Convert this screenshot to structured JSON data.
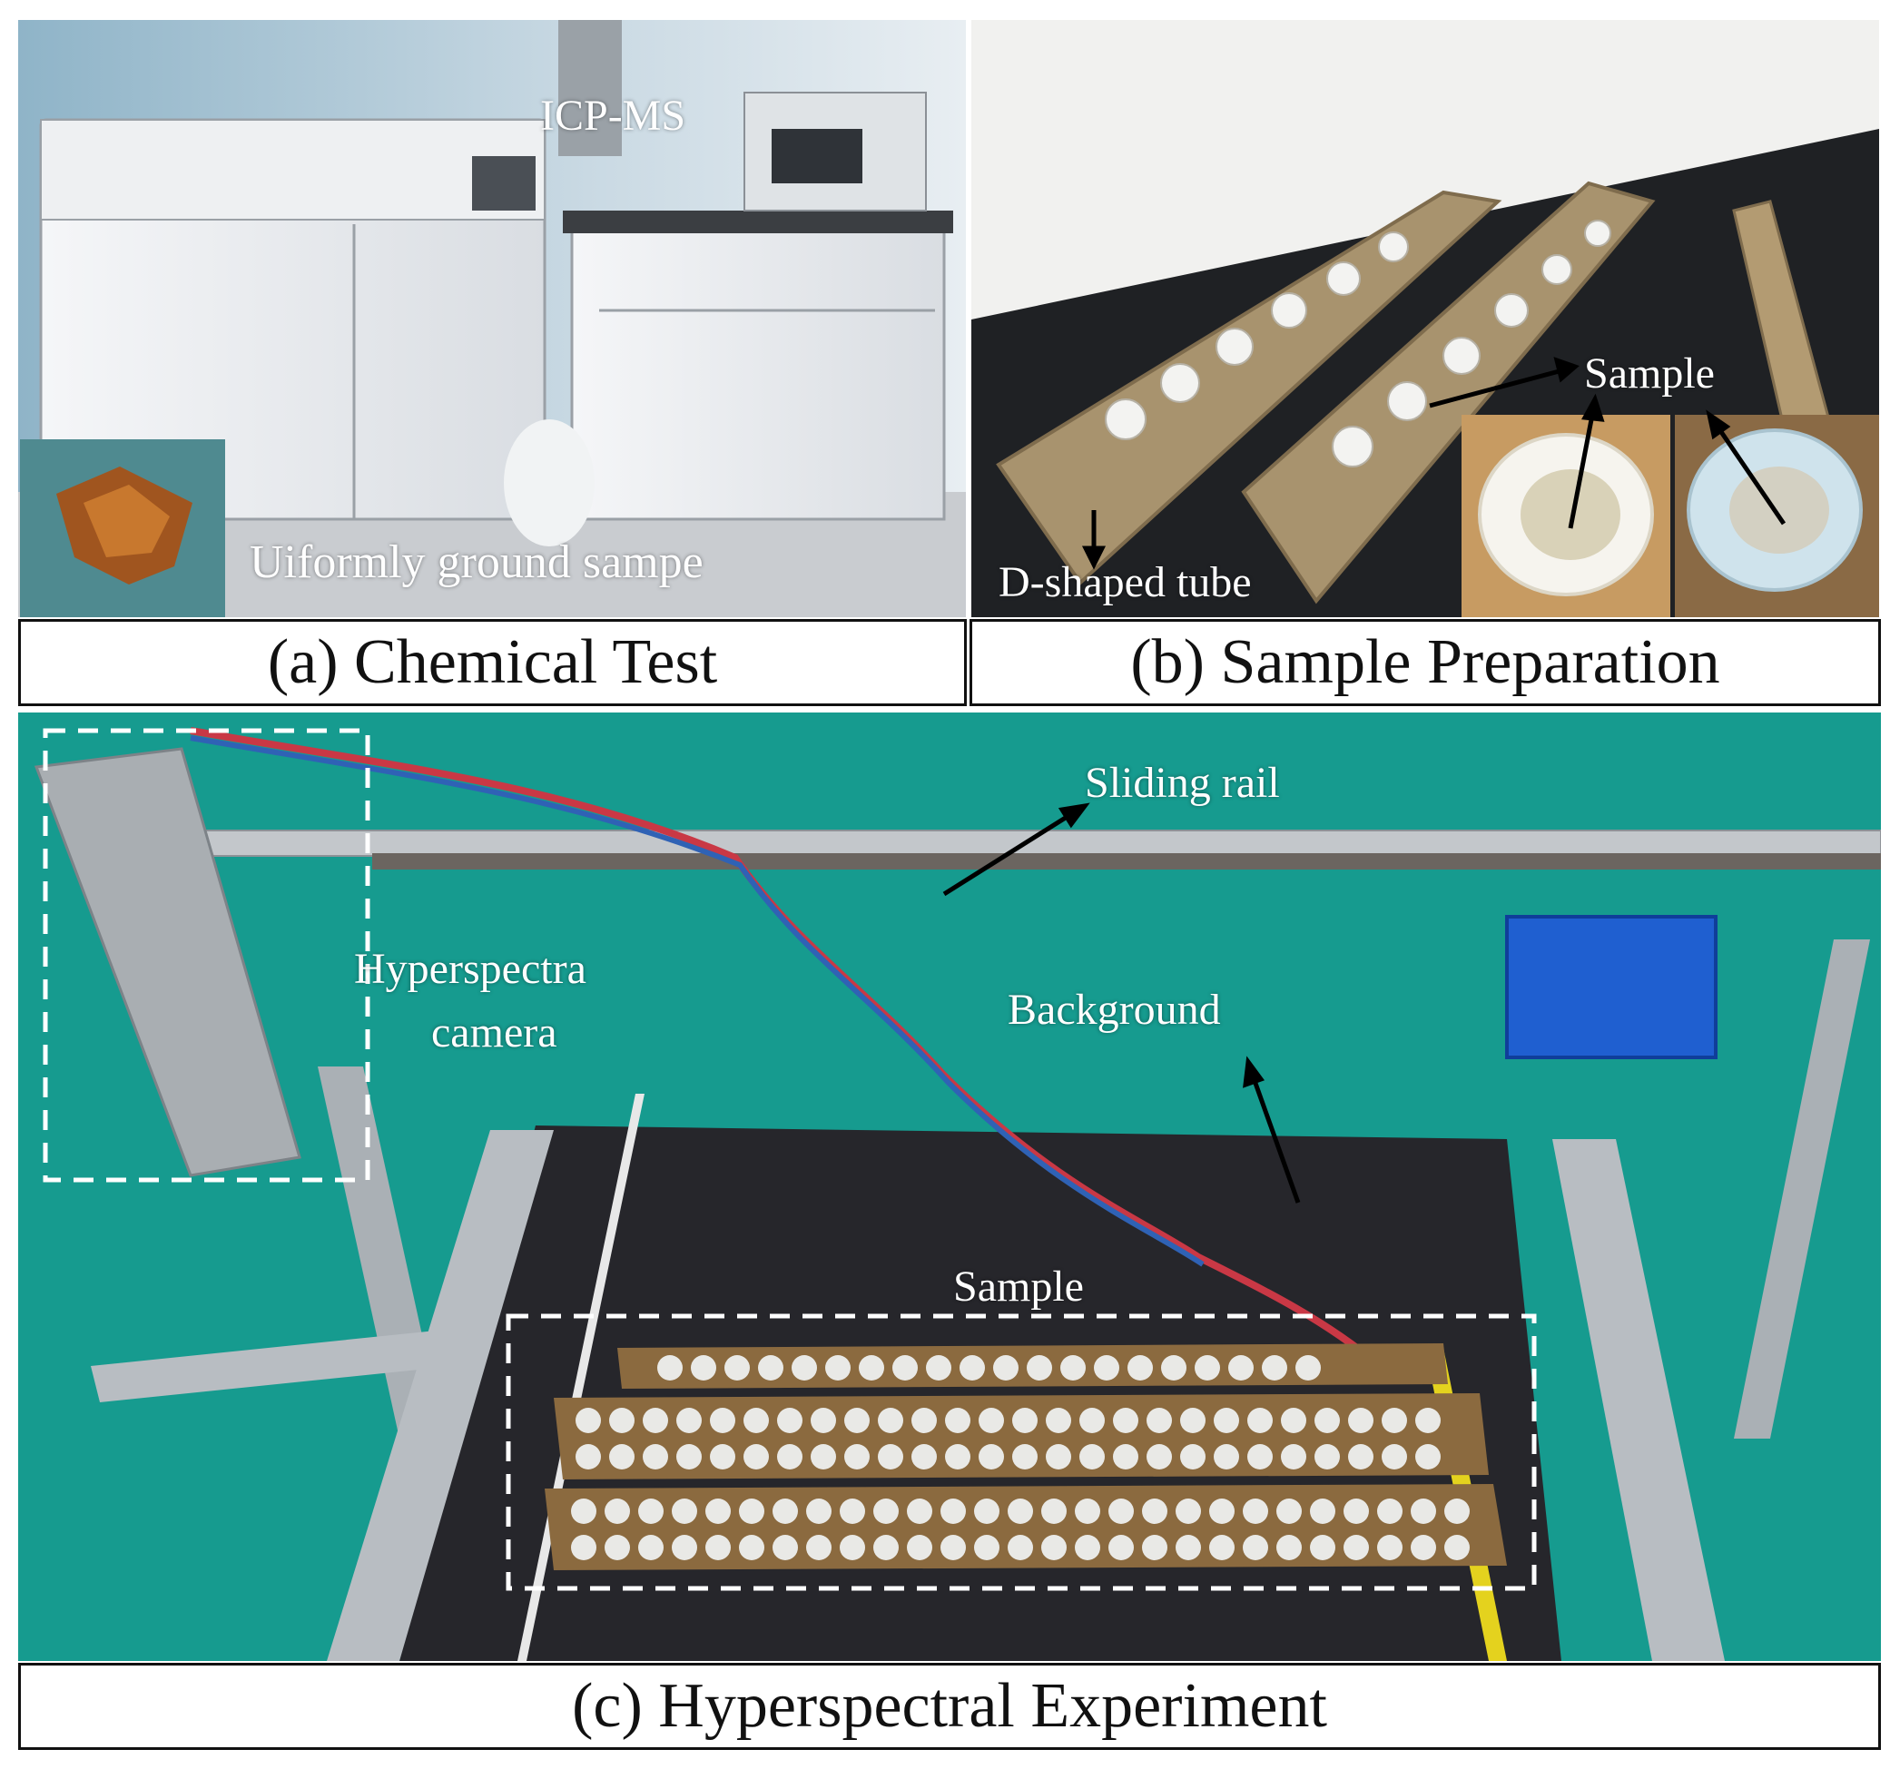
{
  "panels": {
    "a": {
      "caption": "(a) Chemical Test",
      "labels": {
        "instrument": "ICP-MS",
        "ground_sample": "Uiformly ground sampe"
      }
    },
    "b": {
      "caption": "(b) Sample Preparation",
      "labels": {
        "sample": "Sample",
        "tube": "D-shaped tube"
      }
    },
    "c": {
      "caption": "(c) Hyperspectral Experiment",
      "labels": {
        "rail": "Sliding rail",
        "camera_line1": "Hyperspectra",
        "camera_line2": "camera",
        "background": "Background",
        "sample": "Sample"
      }
    }
  },
  "colors": {
    "turf": "#169b8f",
    "cloth": "#26262b",
    "lab_wall": "#8fb4c8",
    "caption_border": "#111111"
  }
}
